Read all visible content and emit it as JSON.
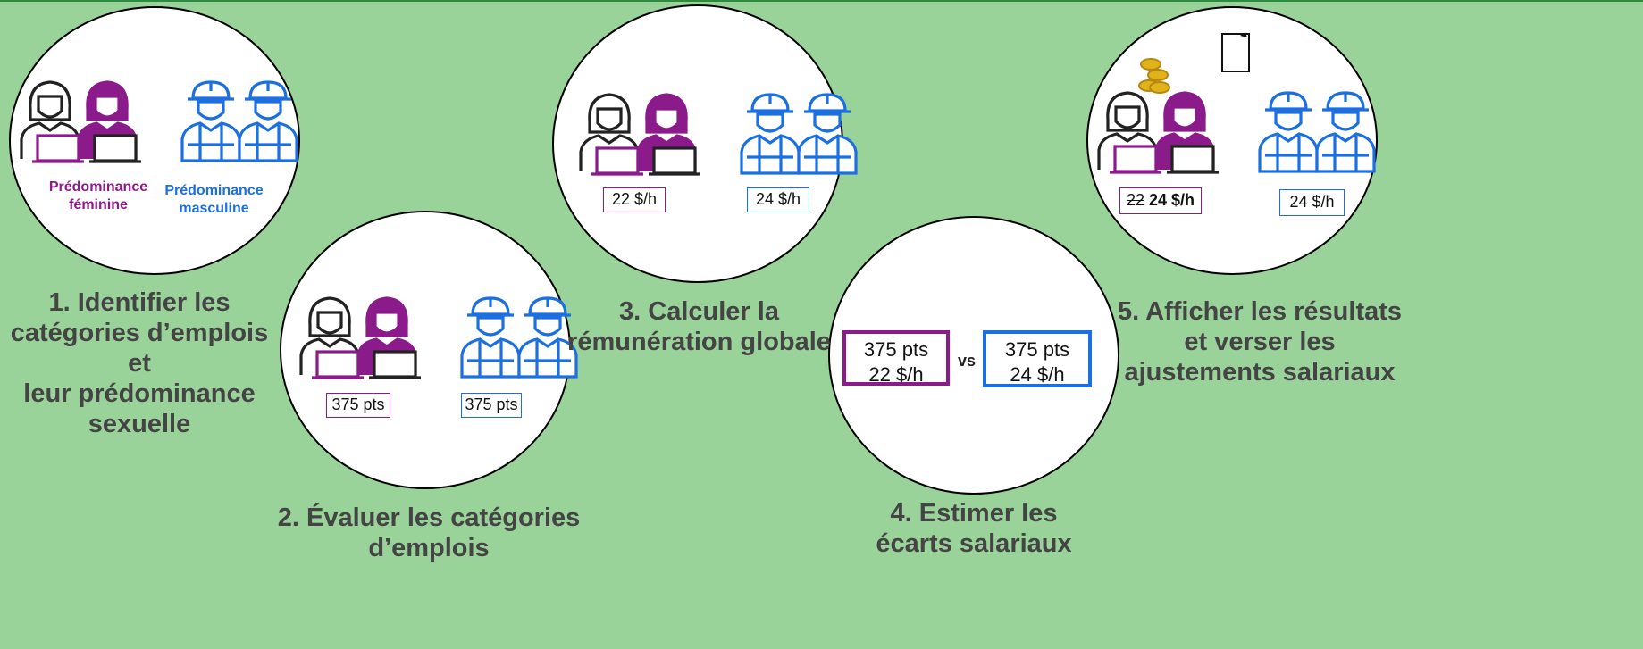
{
  "colors": {
    "background": "#9ad39a",
    "female_accent": "#8b1a8b",
    "male_accent": "#1c6fe0",
    "label_text": "#444444",
    "coins": "#e0b31c"
  },
  "steps": [
    {
      "label": "1. Identifier les\ncatégories d’emplois et\nleur prédominance\nsexuelle"
    },
    {
      "label": "2. Évaluer les catégories\nd’emplois"
    },
    {
      "label": "3. Calculer la\nrémunération globale"
    },
    {
      "label": "4. Estimer les\nécarts salariaux"
    },
    {
      "label": "5. Afficher les résultats\net verser les\najustements salariaux"
    }
  ],
  "step1": {
    "female_label": "Prédominance\nféminine",
    "male_label": "Prédominance\nmasculine"
  },
  "step2": {
    "female_tag": "375 pts",
    "male_tag": "375 pts"
  },
  "step3": {
    "female_tag": "22 $/h",
    "male_tag": "24 $/h"
  },
  "step4": {
    "female_box": "375 pts\n22 $/h",
    "vs": "vs",
    "male_box": "375 pts\n24 $/h"
  },
  "step5": {
    "female_old": "22",
    "female_new": "24 $/h",
    "male_tag": "24 $/h"
  },
  "icons": [
    "office-worker-woman-icon",
    "office-worker-woman-purple-icon",
    "construction-worker-woman-icon",
    "construction-worker-man-icon",
    "coins-icon",
    "posted-notice-icon"
  ]
}
